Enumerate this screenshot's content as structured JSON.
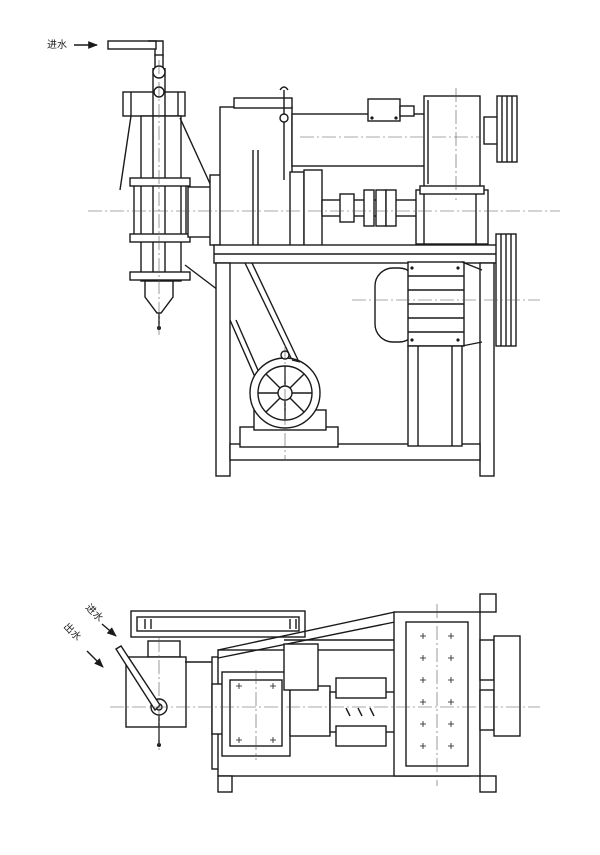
{
  "labels": {
    "top_inlet": "进水",
    "bottom_inlet": "进水",
    "bottom_outlet": "出水"
  },
  "colors": {
    "line": "#1a1a1a",
    "paper": "#ffffff"
  }
}
